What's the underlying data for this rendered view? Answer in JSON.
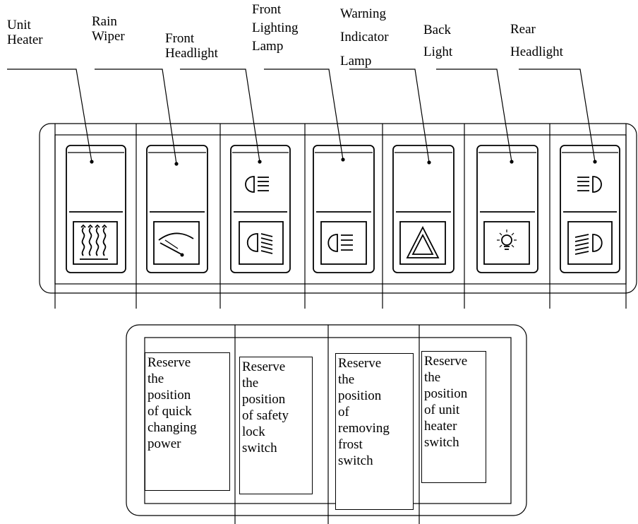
{
  "labels": {
    "unit_heater": [
      "Unit",
      "Heater"
    ],
    "rain_wiper": [
      "Rain",
      "Wiper"
    ],
    "front_headlight": [
      "Front",
      "Headlight"
    ],
    "front_lighting_lamp": [
      "Front",
      "Lighting",
      "Lamp"
    ],
    "warning_indicator_lamp": [
      "Warning",
      "Indicator",
      "Lamp"
    ],
    "back_light": [
      "Back",
      "Light"
    ],
    "rear_headlight": [
      "Rear",
      "Headlight"
    ]
  },
  "switch_icons": [
    "heater-icon",
    "wiper-icon",
    "front-headlight-icon",
    "front-lighting-lamp-icon",
    "warning-triangle-icon",
    "back-light-bulb-icon",
    "rear-headlight-icon"
  ],
  "reserve_boxes": [
    [
      "Reserve",
      "the",
      "position",
      "of quick",
      "changing",
      "power"
    ],
    [
      "Reserve",
      "the",
      "position",
      "of safety",
      "lock",
      "switch"
    ],
    [
      "Reserve",
      "the",
      "position",
      "of",
      "removing",
      "frost",
      "switch"
    ],
    [
      "Reserve",
      "the",
      "position",
      "of unit",
      "heater",
      "switch"
    ]
  ]
}
